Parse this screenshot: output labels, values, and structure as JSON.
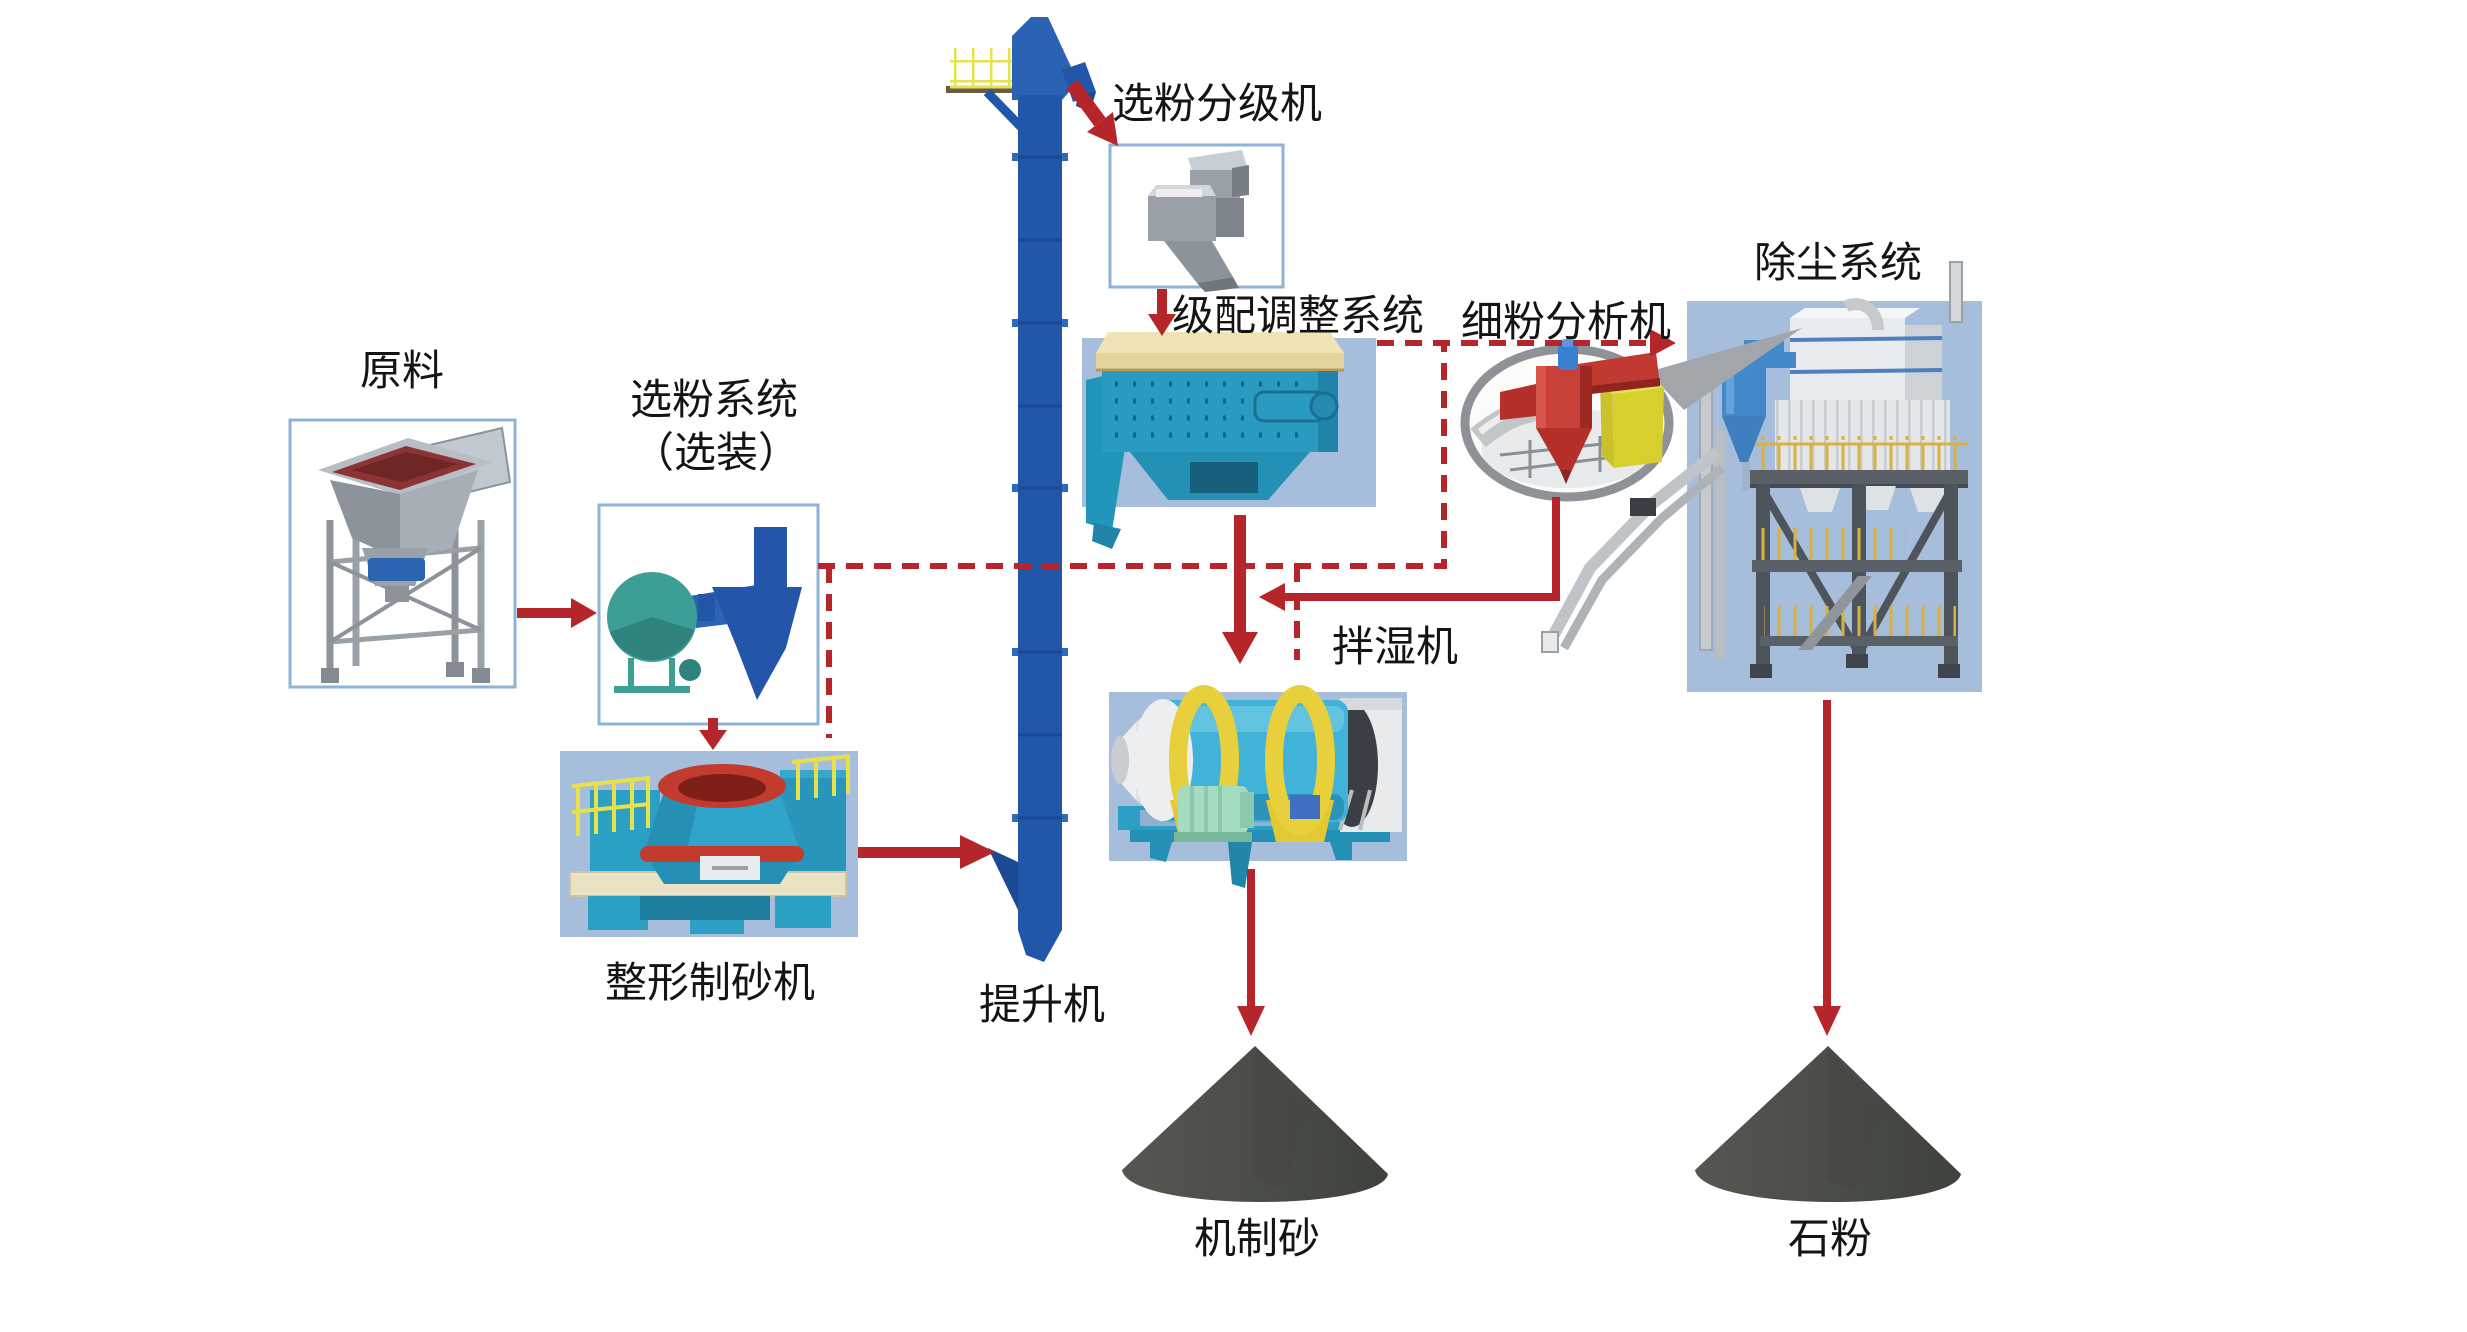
{
  "labels": {
    "raw_material": "原料",
    "powder_system": "选粉系统",
    "powder_system_optional": "（选装）",
    "powder_classifier": "选粉分级机",
    "gradation_system": "级配调整系统",
    "fine_powder_analyzer": "细粉分析机",
    "dust_removal_system": "除尘系统",
    "wet_mixer": "拌湿机",
    "shaping_sand_machine": "整形制砂机",
    "bucket_elevator": "提升机",
    "machine_made_sand": "机制砂",
    "stone_powder": "石粉"
  },
  "colors": {
    "arrow_red": "#b6252a",
    "panel_blue": "#a6bedb",
    "box_border": "#8db3d8",
    "elevator_blue": "#2156a8",
    "machine_teal": "#2b9fc4",
    "accent_yellow": "#e8cf3c",
    "cone_gray": "#4b4e49"
  }
}
